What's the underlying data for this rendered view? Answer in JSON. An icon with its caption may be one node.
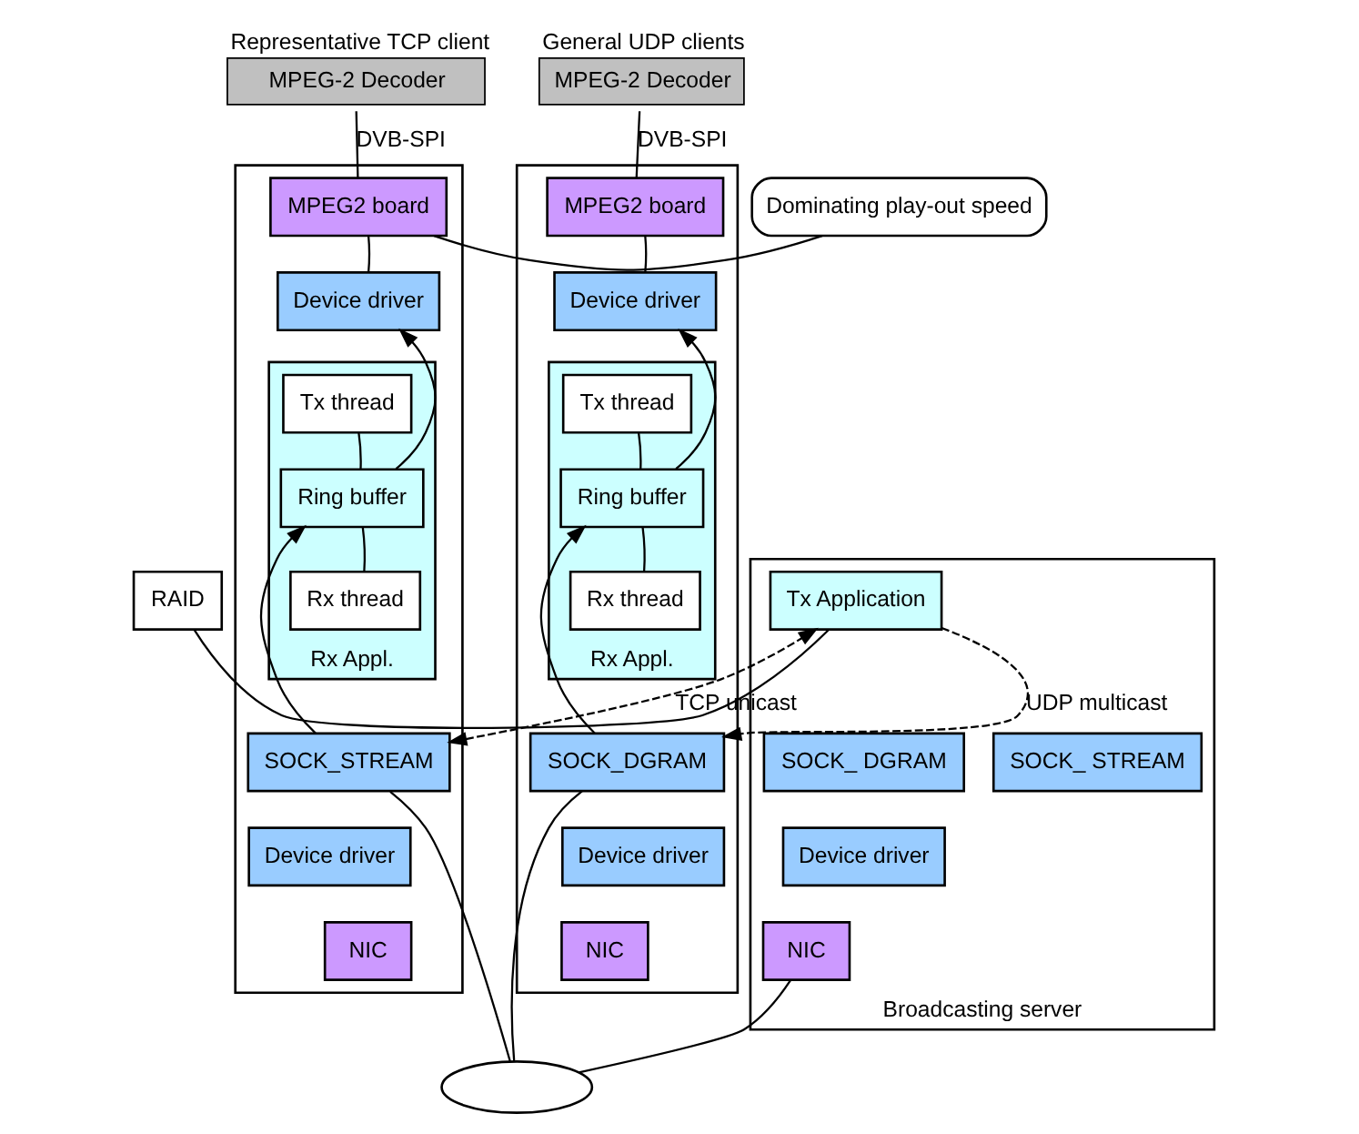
{
  "diagram": {
    "nodes": [
      {
        "text": [
          "RAID"
        ]
      },
      {
        "text": [
          "Broadcasting server"
        ]
      },
      {
        "text": [
          "Tx Application"
        ],
        "in": 1
      },
      {
        "text": [
          "SOCK_ DGRAM"
        ],
        "in": 1
      },
      {
        "text": [
          "SOCK_ STREAM"
        ],
        "in": 1
      },
      {
        "text": [
          "Device driver"
        ],
        "in": 1
      },
      {
        "text": [
          "NIC"
        ],
        "in": 1
      },
      {
        "text": [
          "MPEG-2 Decoder"
        ],
        "beside": [
          "Representative TCP client"
        ]
      },
      {
        "text": [],
        "shape": "box"
      },
      {
        "text": [
          "MPEG2 board"
        ],
        "in": 8
      },
      {
        "text": [
          "Device driver"
        ],
        "in": 8
      },
      {
        "text": [
          "Rx Appl."
        ],
        "in": 8
      },
      {
        "text": [
          "Tx thread"
        ],
        "in": 11
      },
      {
        "text": [
          "Ring buffer"
        ],
        "in": 11
      },
      {
        "text": [
          "Rx thread"
        ],
        "in": 11
      },
      {
        "text": [
          "SOCK_STREAM"
        ],
        "in": 8
      },
      {
        "text": [
          "Device driver"
        ],
        "in": 8
      },
      {
        "text": [
          "NIC"
        ],
        "in": 8
      },
      {
        "text": [
          "Dominating play-out speed"
        ]
      },
      {
        "text": [
          "MPEG-2 Decoder"
        ],
        "beside": [
          "General UDP clients"
        ]
      },
      {
        "text": [],
        "shape": "box"
      },
      {
        "text": [
          "MPEG2 board"
        ],
        "in": 20
      },
      {
        "text": [
          "Device driver"
        ],
        "in": 20
      },
      {
        "text": [
          "Rx Appl."
        ],
        "in": 20
      },
      {
        "text": [
          "Tx thread"
        ],
        "in": 23
      },
      {
        "text": [
          "Ring buffer"
        ],
        "in": 23
      },
      {
        "text": [
          "Rx thread"
        ],
        "in": 23
      },
      {
        "text": [
          "SOCK_DGRAM"
        ],
        "in": 20
      },
      {
        "text": [
          "Device driver"
        ],
        "in": 20
      },
      {
        "text": [
          "NIC"
        ],
        "in": 20
      },
      {
        "text": [],
        "shape": "ellipse"
      }
    ],
    "edges": [
      {
        "from": 0,
        "to": 2,
        "arrow": "none"
      },
      {
        "from": 6,
        "to": 30,
        "arrow": "none"
      },
      {
        "from": 30,
        "to": 15,
        "arrow": "none"
      },
      {
        "from": 15,
        "to": 13,
        "arrow": "to"
      },
      {
        "from": 13,
        "to": 10,
        "arrow": "to"
      },
      {
        "from": 10,
        "to": 9,
        "arrow": "none"
      },
      {
        "from": 9,
        "to": 7,
        "arrow": "none",
        "label": "DVB-SPI"
      },
      {
        "from": 12,
        "to": 13,
        "arrow": "none"
      },
      {
        "from": 14,
        "to": 13,
        "arrow": "none"
      },
      {
        "from": 18,
        "to": 9,
        "arrow": "none"
      },
      {
        "from": 30,
        "to": 27,
        "arrow": "none"
      },
      {
        "from": 27,
        "to": 25,
        "arrow": "to"
      },
      {
        "from": 25,
        "to": 22,
        "arrow": "to"
      },
      {
        "from": 22,
        "to": 21,
        "arrow": "none"
      },
      {
        "from": 21,
        "to": 19,
        "arrow": "none",
        "label": "DVB-SPI"
      },
      {
        "from": 24,
        "to": 25,
        "arrow": "none"
      },
      {
        "from": 26,
        "to": 25,
        "arrow": "none"
      },
      {
        "from": 15,
        "to": 2,
        "arrow": "both",
        "style": "dashed",
        "label": "TCP unicast"
      },
      {
        "from": 2,
        "to": 27,
        "arrow": "to",
        "style": "dashed",
        "label": "UDP multicast"
      }
    ]
  }
}
